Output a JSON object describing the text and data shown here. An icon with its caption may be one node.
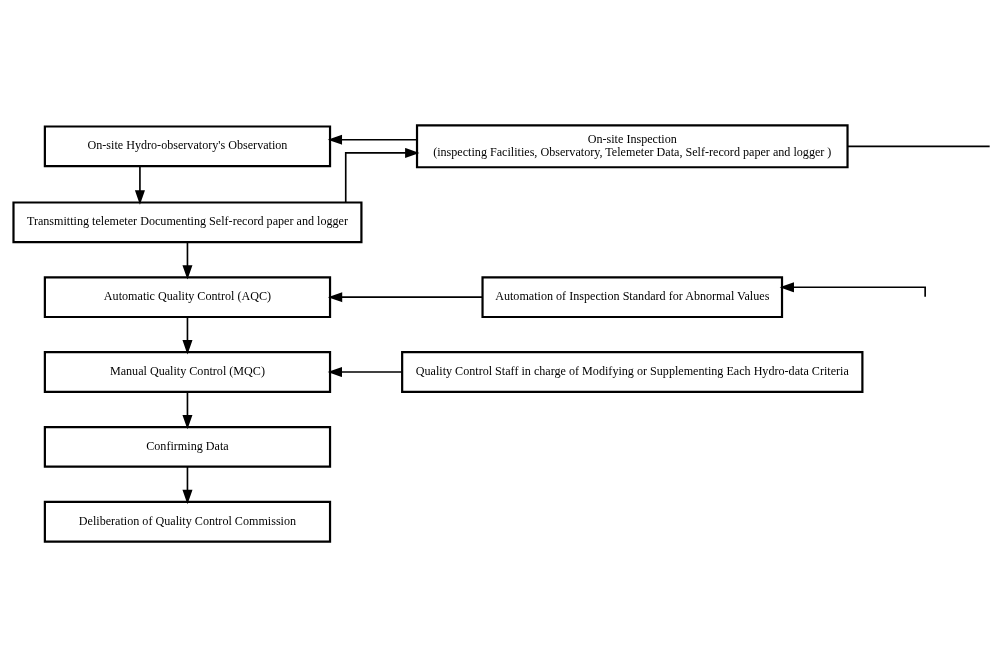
{
  "diagram": {
    "nodes": [
      {
        "text": [
          "On-site Hydro-observatory's Observation"
        ]
      },
      {
        "text": [
          "On-site Inspection",
          "(inspecting Facilities, Observatory, Telemeter Data, Self-record paper and logger )"
        ]
      },
      {
        "text": [
          "Transmitting telemeter Documenting Self-record paper and logger"
        ]
      },
      {
        "text": [
          "Automatic Quality Control (AQC)"
        ]
      },
      {
        "text": [
          "Automation of Inspection Standard for Abnormal Values"
        ]
      },
      {
        "text": [
          "Manual Quality Control (MQC)"
        ]
      },
      {
        "text": [
          "Quality Control Staff in charge of Modifying or Supplementing Each Hydro-data Criteria"
        ]
      },
      {
        "text": [
          "Confirming Data"
        ]
      },
      {
        "text": [
          "Deliberation of Quality Control Commission"
        ]
      }
    ],
    "edges": [
      {
        "from": 1,
        "to": 0,
        "arrow": "to"
      },
      {
        "from": 0,
        "to": 2,
        "arrow": "to"
      },
      {
        "from": 2,
        "to": 1,
        "arrow": "to"
      },
      {
        "from": 1,
        "to": null,
        "arrow": "none"
      },
      {
        "from": 2,
        "to": 3,
        "arrow": "to"
      },
      {
        "from": null,
        "to": 4,
        "arrow": "to"
      },
      {
        "from": 4,
        "to": 3,
        "arrow": "to"
      },
      {
        "from": 3,
        "to": 5,
        "arrow": "to"
      },
      {
        "from": 6,
        "to": 5,
        "arrow": "to"
      },
      {
        "from": 5,
        "to": 7,
        "arrow": "to"
      },
      {
        "from": 7,
        "to": 8,
        "arrow": "to"
      }
    ]
  }
}
